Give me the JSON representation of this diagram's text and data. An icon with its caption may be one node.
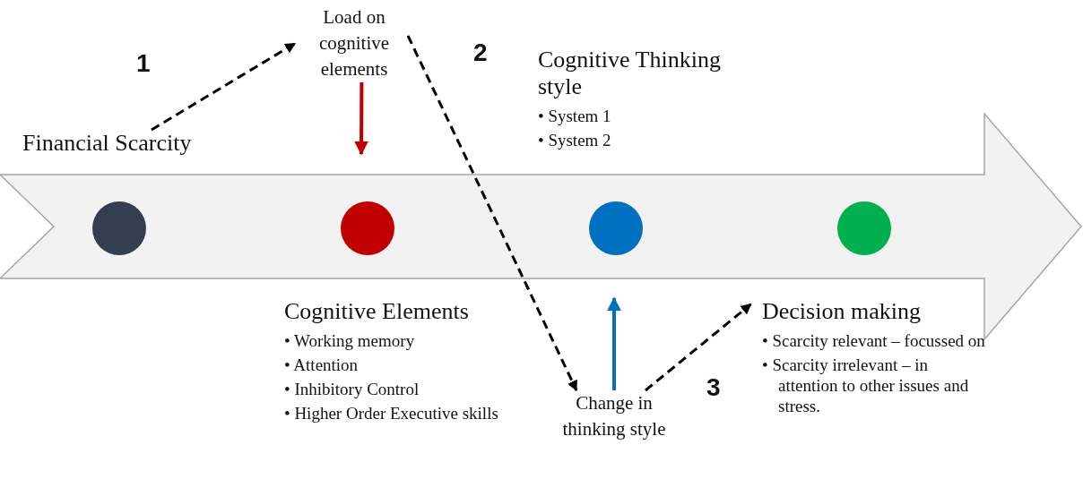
{
  "diagram": {
    "nodes": [
      {
        "text": [
          "Financial Scarcity"
        ]
      },
      {
        "text": [
          "Load on cognitive elements"
        ]
      },
      {
        "text": [
          "Cognitive Thinking style",
          "• System 1",
          "• System 2"
        ]
      },
      {
        "text": [
          "Cognitive Elements",
          "• Working memory",
          "• Attention",
          "• Inhibitory Control",
          "• Higher Order Executive skills"
        ]
      },
      {
        "text": [
          "Change in thinking style"
        ]
      },
      {
        "text": [
          "Decision making",
          "• Scarcity relevant – focussed on",
          "• Scarcity irrelevant – in attention to other issues and stress."
        ]
      },
      {
        "text": [],
        "shape": "circle"
      },
      {
        "text": [],
        "shape": "circle"
      },
      {
        "text": [],
        "shape": "circle"
      },
      {
        "text": [],
        "shape": "circle"
      }
    ],
    "edges": [
      {
        "from": 0,
        "to": 1,
        "arrow": "to",
        "style": "dashed",
        "label": "1"
      },
      {
        "from": 1,
        "to": 4,
        "arrow": "to",
        "style": "dashed",
        "label": "2"
      },
      {
        "from": 4,
        "to": 5,
        "arrow": "to",
        "style": "dashed",
        "label": "3"
      },
      {
        "from": 1,
        "to": null,
        "arrow": "to",
        "color": "#c00000"
      },
      {
        "from": 4,
        "to": null,
        "arrow": "to",
        "color": "#0070c0"
      }
    ]
  }
}
